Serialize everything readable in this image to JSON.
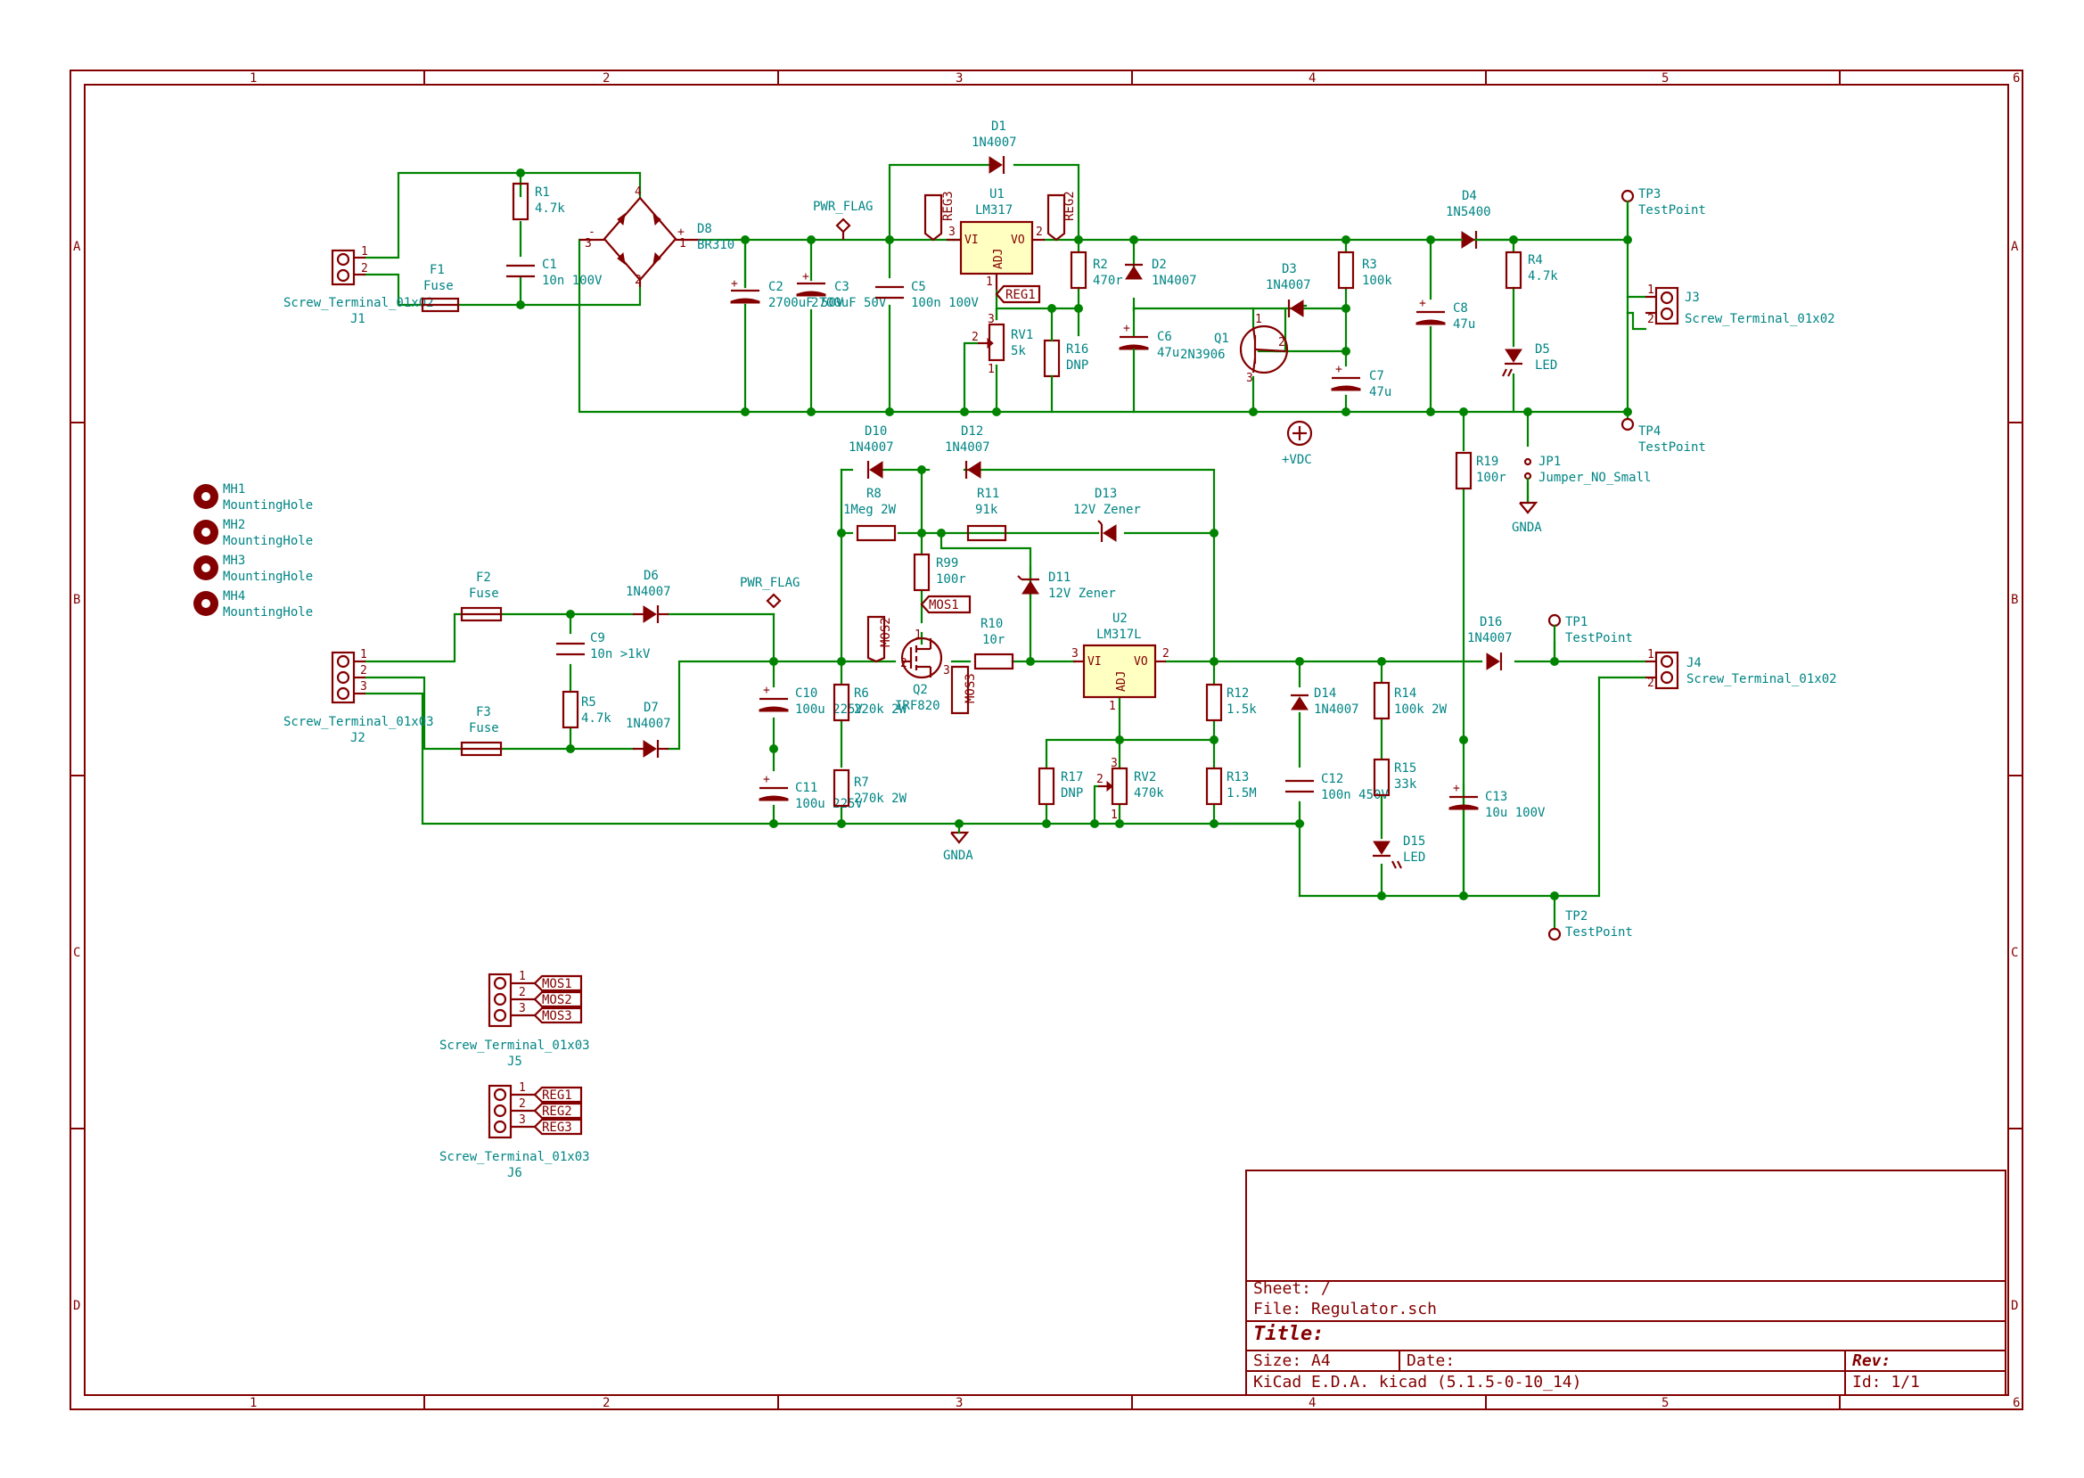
{
  "border": {
    "columns": [
      "1",
      "2",
      "3",
      "4",
      "5",
      "6"
    ],
    "rows": [
      "A",
      "B",
      "C",
      "D"
    ]
  },
  "title_block": {
    "sheet": "Sheet: /",
    "file": "File: Regulator.sch",
    "title": "Title:",
    "size": "Size: A4",
    "date": "Date:",
    "rev": "Rev:",
    "tool": "KiCad E.D.A.  kicad (5.1.5-0-10_14)",
    "id": "Id: 1/1"
  },
  "labels": {
    "j1_ref": "J1",
    "j1_val": "Screw_Terminal_01x02",
    "f1_ref": "F1",
    "f1_val": "Fuse",
    "r1_ref": "R1",
    "r1_val": "4.7k",
    "c1_ref": "C1",
    "c1_val": "10n 100V",
    "d8_ref": "D8",
    "d8_val": "BR310",
    "c2_ref": "C2",
    "c2_val": "2700uF 50V",
    "c3_ref": "C3",
    "c3_val": "2700uF 50V",
    "pwr_flag_1": "PWR_FLAG",
    "c5_ref": "C5",
    "c5_val": "100n 100V",
    "d1_ref": "D1",
    "d1_val": "1N4007",
    "u1_ref": "U1",
    "u1_val": "LM317",
    "u1_vi": "VI",
    "u1_vo": "VO",
    "u1_adj": "ADJ",
    "reg3_lbl": "REG3",
    "reg2_lbl": "REG2",
    "reg1_lbl": "REG1",
    "r2_ref": "R2",
    "r2_val": "470r",
    "d2_ref": "D2",
    "d2_val": "1N4007",
    "rv1_ref": "RV1",
    "rv1_val": "5k",
    "r16_ref": "R16",
    "r16_val": "DNP",
    "c6_ref": "C6",
    "c6_val": "47u",
    "d3_ref": "D3",
    "d3_val": "1N4007",
    "r3_ref": "R3",
    "r3_val": "100k",
    "q1_ref": "Q1",
    "q1_val": "2N3906",
    "c7_ref": "C7",
    "c7_val": "47u",
    "vdc": "+VDC",
    "d4_ref": "D4",
    "d4_val": "1N5400",
    "c8_ref": "C8",
    "c8_val": "47u",
    "r4_ref": "R4",
    "r4_val": "4.7k",
    "d5_ref": "D5",
    "d5_val": "LED",
    "tp3_ref": "TP3",
    "tp3_val": "TestPoint",
    "tp4_ref": "TP4",
    "tp4_val": "TestPoint",
    "j3_ref": "J3",
    "j3_val": "Screw_Terminal_01x02",
    "r19_ref": "R19",
    "r19_val": "100r",
    "jp1_ref": "JP1",
    "jp1_val": "Jumper_NO_Small",
    "gnda_1": "GNDA",
    "mh1_ref": "MH1",
    "mh1_val": "MountingHole",
    "mh2_ref": "MH2",
    "mh2_val": "MountingHole",
    "mh3_ref": "MH3",
    "mh3_val": "MountingHole",
    "mh4_ref": "MH4",
    "mh4_val": "MountingHole",
    "d10_ref": "D10",
    "d10_val": "1N4007",
    "d12_ref": "D12",
    "d12_val": "1N4007",
    "r8_ref": "R8",
    "r8_val": "1Meg 2W",
    "r11_ref": "R11",
    "r11_val": "91k",
    "d13_ref": "D13",
    "d13_val": "12V Zener",
    "r99_ref": "R99",
    "r99_val": "100r",
    "d11_ref": "D11",
    "d11_val": "12V Zener",
    "mos1_lbl": "MOS1",
    "mos2_lbl": "MOS2",
    "mos3_lbl": "MOS3",
    "q2_ref": "Q2",
    "q2_val": "IRF820",
    "r10_ref": "R10",
    "r10_val": "10r",
    "u2_ref": "U2",
    "u2_val": "LM317L",
    "u2_vi": "VI",
    "u2_vo": "VO",
    "u2_adj": "ADJ",
    "f2_ref": "F2",
    "f2_val": "Fuse",
    "f3_ref": "F3",
    "f3_val": "Fuse",
    "c9_ref": "C9",
    "c9_val": "10n >1kV",
    "r5_ref": "R5",
    "r5_val": "4.7k",
    "d6_ref": "D6",
    "d6_val": "1N4007",
    "d7_ref": "D7",
    "d7_val": "1N4007",
    "pwr_flag_2": "PWR_FLAG",
    "j2_ref": "J2",
    "j2_val": "Screw_Terminal_01x03",
    "c10_ref": "C10",
    "c10_val": "100u 225V",
    "c11_ref": "C11",
    "c11_val": "100u 225V",
    "r6_ref": "R6",
    "r6_val": "220k 2W",
    "r7_ref": "R7",
    "r7_val": "270k 2W",
    "gnda_2": "GNDA",
    "r12_ref": "R12",
    "r12_val": "1.5k",
    "r13_ref": "R13",
    "r13_val": "1.5M",
    "r17_ref": "R17",
    "r17_val": "DNP",
    "rv2_ref": "RV2",
    "rv2_val": "470k",
    "d14_ref": "D14",
    "d14_val": "1N4007",
    "c12_ref": "C12",
    "c12_val": "100n 450V",
    "r14_ref": "R14",
    "r14_val": "100k 2W",
    "r15_ref": "R15",
    "r15_val": "33k",
    "d15_ref": "D15",
    "d15_val": "LED",
    "c13_ref": "C13",
    "c13_val": "10u 100V",
    "d16_ref": "D16",
    "d16_val": "1N4007",
    "tp1_ref": "TP1",
    "tp1_val": "TestPoint",
    "tp2_ref": "TP2",
    "tp2_val": "TestPoint",
    "j4_ref": "J4",
    "j4_val": "Screw_Terminal_01x02",
    "j5_ref": "J5",
    "j5_val": "Screw_Terminal_01x03",
    "j6_ref": "J6",
    "j6_val": "Screw_Terminal_01x03",
    "j5_l1": "MOS1",
    "j5_l2": "MOS2",
    "j5_l3": "MOS3",
    "j6_l1": "REG1",
    "j6_l2": "REG2",
    "j6_l3": "REG3"
  },
  "colors": {
    "border": "#840000",
    "wire": "#008400",
    "text": "#008484",
    "ic_fill": "#ffffc2"
  }
}
